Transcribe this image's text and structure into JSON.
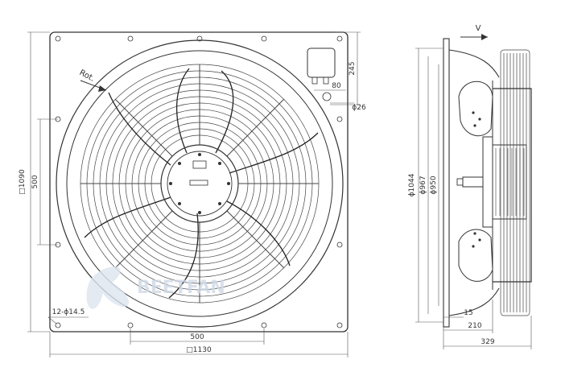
{
  "front_view": {
    "rotation_label": "Rot.",
    "dims": {
      "frame_height": "□1090",
      "hole_spacing_v": "500",
      "hole_spacing_h": "500",
      "frame_width": "□1130",
      "holes": "12-ϕ14.5",
      "box_height": "245",
      "box_offset": "80",
      "gland": "ϕ26"
    }
  },
  "side_view": {
    "airflow_label": "V",
    "dims": {
      "d_outer": "ϕ1044",
      "d_ring": "ϕ967",
      "d_impeller": "ϕ950",
      "flange": "15",
      "depth_inner": "210",
      "depth_total": "329"
    }
  },
  "watermark": {
    "text": "BEETFAN",
    "color": "#cfd9e6"
  }
}
